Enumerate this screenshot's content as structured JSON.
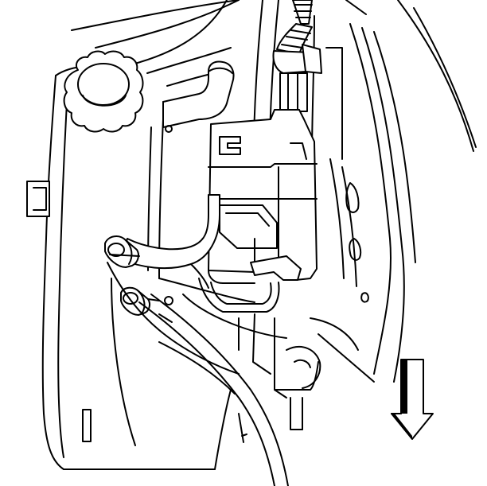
{
  "figure": {
    "type": "technical line illustration",
    "background_color": "#ffffff",
    "line_color": "#000000",
    "components": [
      "reservoir-tank",
      "reservoir-cap",
      "electrical-connector",
      "wiring-harness",
      "upper-hose",
      "lower-hose",
      "hose-fitting",
      "mounting-bracket",
      "direction-arrow"
    ],
    "arrow_direction": "down"
  }
}
